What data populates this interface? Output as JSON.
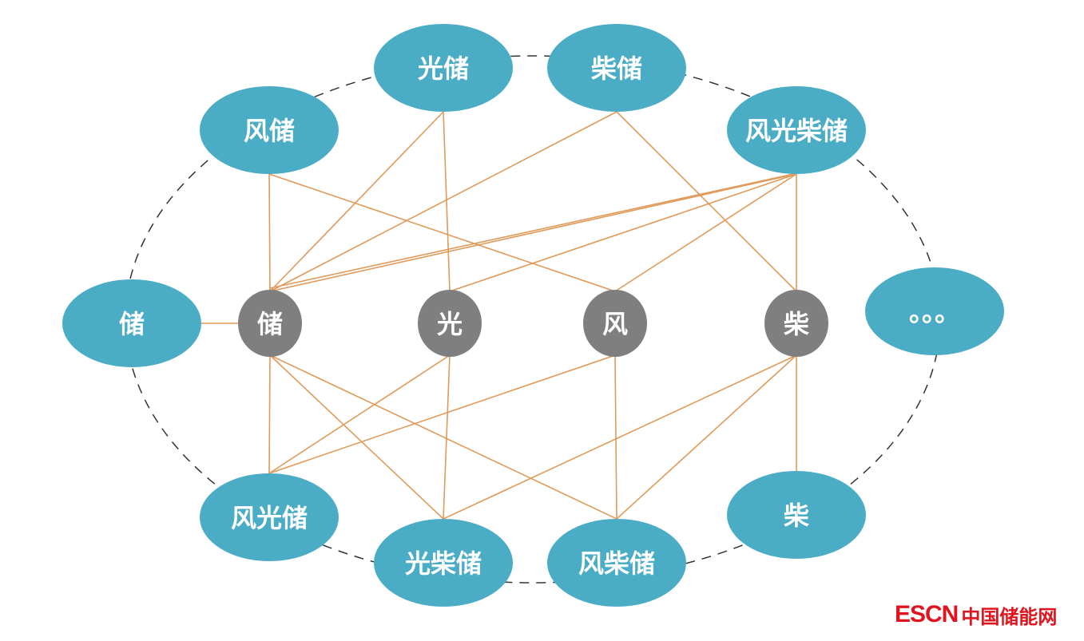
{
  "colors": {
    "ellipse": "#4bacc6",
    "circle": "#7f7f7f",
    "edge": "#e09a5a",
    "dash": "#333333",
    "logo": "#e0141e"
  },
  "outer_nodes": [
    {
      "id": "guangchu",
      "label": "光储"
    },
    {
      "id": "chaichu",
      "label": "柴储"
    },
    {
      "id": "fengchu",
      "label": "风储"
    },
    {
      "id": "fgcc",
      "label": "风光柴储"
    },
    {
      "id": "chu_outer",
      "label": "储"
    },
    {
      "id": "more",
      "label": "。。。"
    },
    {
      "id": "fgc",
      "label": "风光储"
    },
    {
      "id": "gcc",
      "label": "光柴储"
    },
    {
      "id": "fcc",
      "label": "风柴储"
    },
    {
      "id": "chai_outer",
      "label": "柴"
    }
  ],
  "core_nodes": [
    {
      "id": "chu",
      "label": "储"
    },
    {
      "id": "guang",
      "label": "光"
    },
    {
      "id": "feng",
      "label": "风"
    },
    {
      "id": "chai",
      "label": "柴"
    }
  ],
  "edges": [
    [
      "fengchu",
      "chu"
    ],
    [
      "guangchu",
      "chu"
    ],
    [
      "chaichu",
      "chu"
    ],
    [
      "fgcc",
      "chu"
    ],
    [
      "fgcc",
      "chu"
    ],
    [
      "guangchu",
      "guang"
    ],
    [
      "fgcc",
      "guang"
    ],
    [
      "fengchu",
      "feng"
    ],
    [
      "fgcc",
      "feng"
    ],
    [
      "chaichu",
      "chai"
    ],
    [
      "fgcc",
      "chai"
    ],
    [
      "chu_outer",
      "chu"
    ],
    [
      "chu",
      "fgc"
    ],
    [
      "chu",
      "gcc"
    ],
    [
      "chu",
      "fcc"
    ],
    [
      "guang",
      "fgc"
    ],
    [
      "guang",
      "gcc"
    ],
    [
      "feng",
      "fgc"
    ],
    [
      "feng",
      "fcc"
    ],
    [
      "chai",
      "gcc"
    ],
    [
      "chai",
      "fcc"
    ],
    [
      "chai",
      "chai_outer"
    ]
  ],
  "logo": {
    "en": "ESCN",
    "cn": "中国储能网"
  }
}
